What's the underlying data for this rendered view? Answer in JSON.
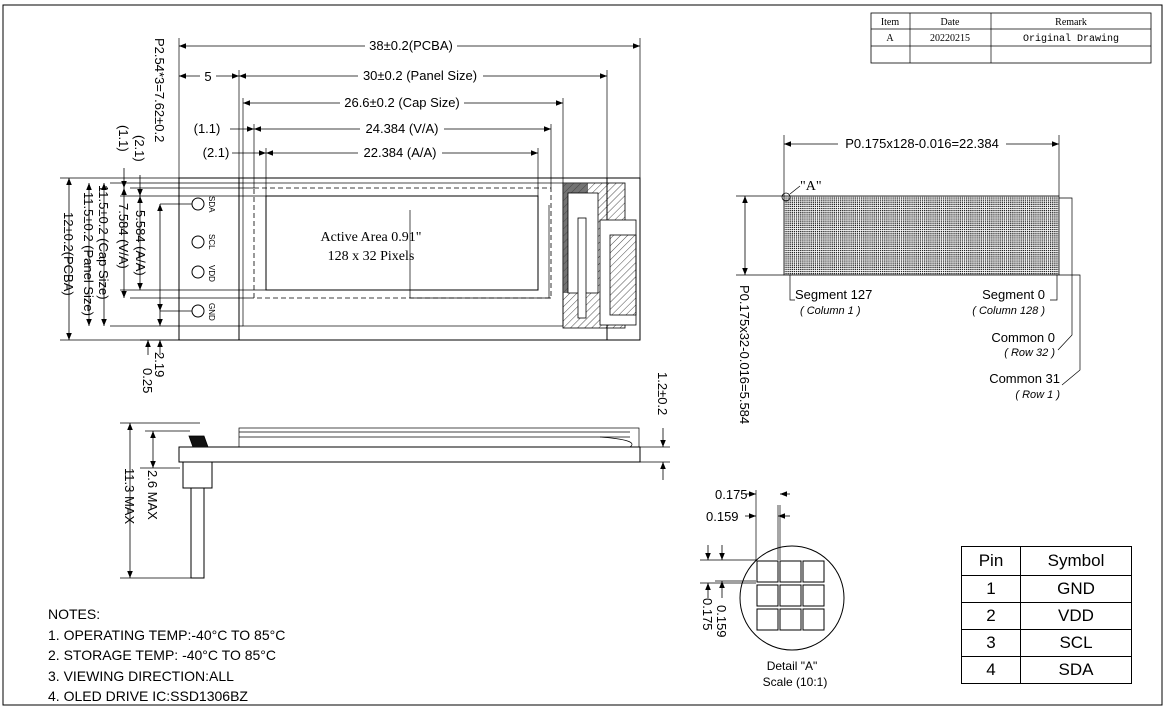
{
  "revision_table": {
    "headers": [
      "Item",
      "Date",
      "Remark"
    ],
    "rows": [
      [
        "A",
        "20220215",
        "Original Drawing"
      ],
      [
        "",
        "",
        ""
      ]
    ]
  },
  "front_view": {
    "dims_top": [
      "38±0.2(PCBA)",
      "5",
      "30±0.2 (Panel Size)",
      "26.6±0.2 (Cap Size)",
      "(1.1)",
      "24.384 (V/A)",
      "(2.1)",
      "22.384 (A/A)"
    ],
    "dims_left": [
      "P2.54*3=7.62±0.2",
      "(2.1)",
      "(1.1)",
      "5.584 (A/A)",
      "7.584 (V/A)",
      "11.5±0.2 (Cap Size)",
      "11.5±0.2 (Panel Size)",
      "12±0.2(PCBA)"
    ],
    "dims_bottom": [
      "2.19",
      "0.25"
    ],
    "active_area_line1": "Active Area 0.91\"",
    "active_area_line2": "128 x 32 Pixels",
    "pin_labels": [
      "SDA",
      "SCL",
      "VDD",
      "GND"
    ]
  },
  "side_view": {
    "dims": [
      "1.2±0.2",
      "2.6 MAX",
      "11.3 MAX"
    ]
  },
  "pixel_view": {
    "dim_top": "P0.175x128-0.016=22.384",
    "dim_left": "P0.175x32-0.016=5.584",
    "marker": "\"A\"",
    "labels": [
      {
        "name": "Segment 127",
        "sub": "( Column 1 )"
      },
      {
        "name": "Segment 0",
        "sub": "( Column 128 )"
      },
      {
        "name": "Common 0",
        "sub": "( Row 32 )"
      },
      {
        "name": "Common 31",
        "sub": "( Row 1 )"
      }
    ]
  },
  "detail_a": {
    "dims": [
      "0.175",
      "0.159",
      "0.175",
      "0.159"
    ],
    "caption": "Detail \"A\"",
    "scale": "Scale (10:1)"
  },
  "notes": {
    "title": "NOTES:",
    "items": [
      "1. OPERATING TEMP:-40°C TO 85°C",
      "2. STORAGE TEMP: -40°C TO 85°C",
      "3. VIEWING DIRECTION:ALL",
      "4. OLED DRIVE IC:SSD1306BZ"
    ]
  },
  "pin_table": {
    "headers": [
      "Pin",
      "Symbol"
    ],
    "rows": [
      [
        "1",
        "GND"
      ],
      [
        "2",
        "VDD"
      ],
      [
        "3",
        "SCL"
      ],
      [
        "4",
        "SDA"
      ]
    ]
  }
}
